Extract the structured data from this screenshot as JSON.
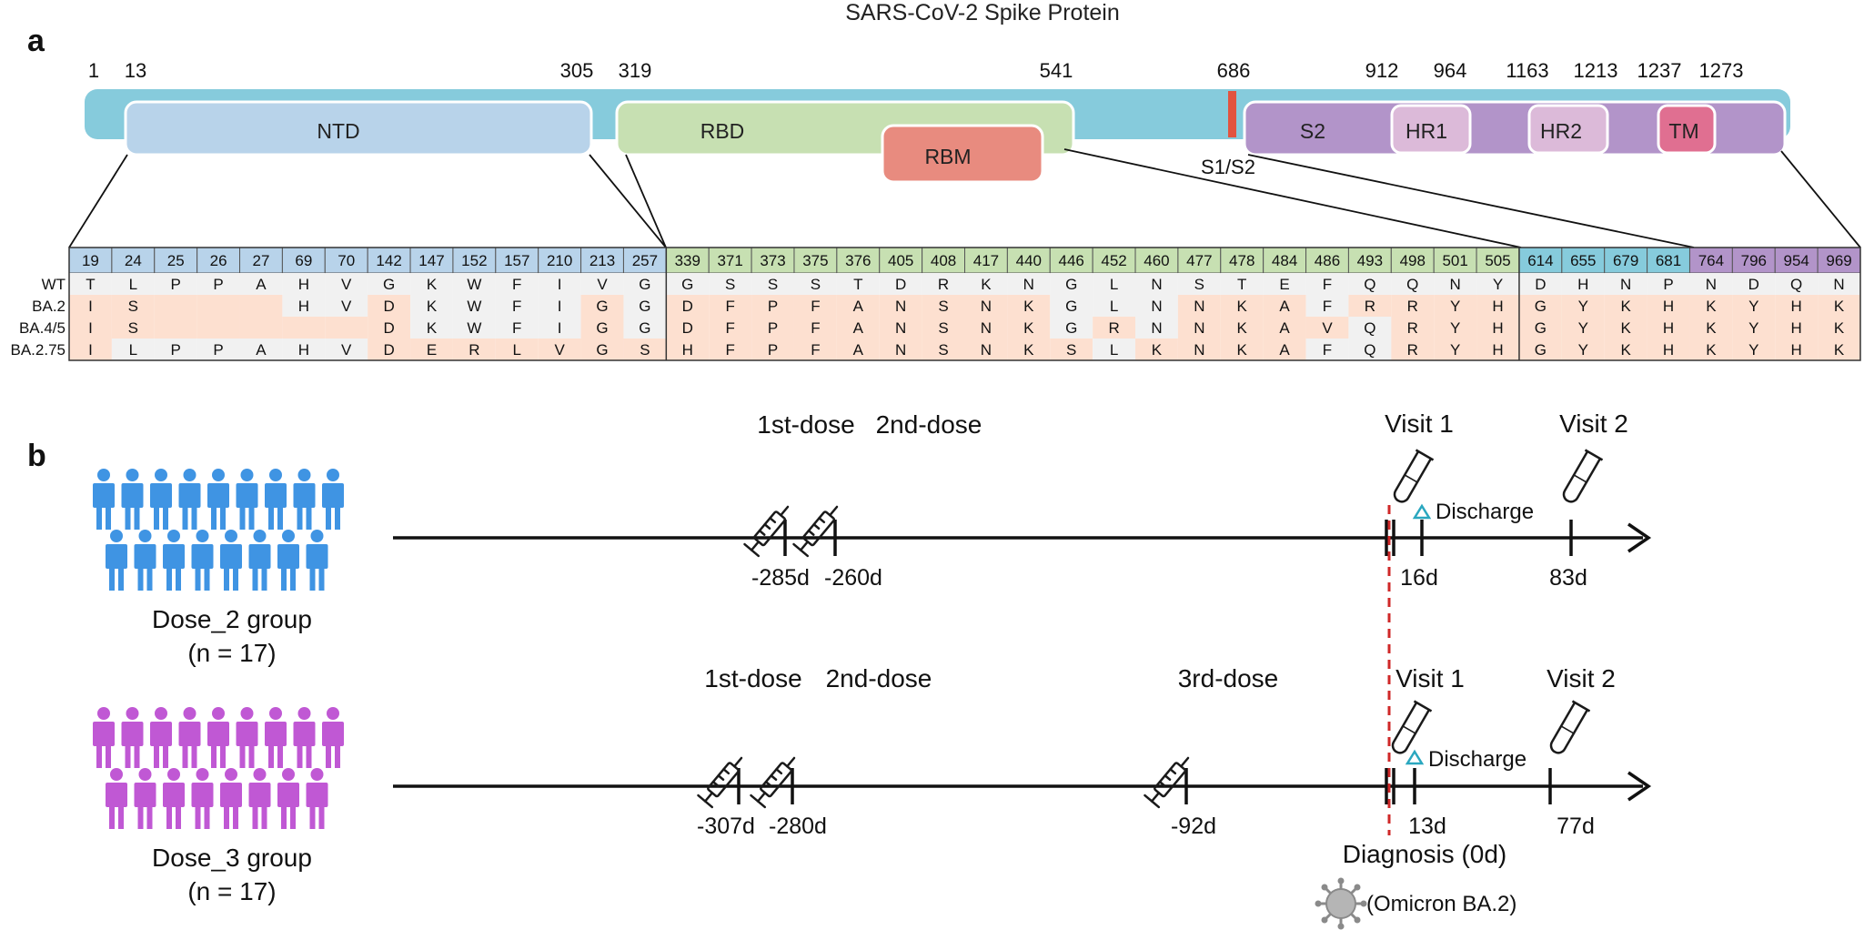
{
  "title": "SARS-CoV-2 Spike Protein",
  "panel_a_label": "a",
  "panel_b_label": "b",
  "colors": {
    "backbone": "#86cbdc",
    "ntd": "#b8d3ea",
    "rbd": "#c7e0b2",
    "rbm": "#e88b7f",
    "s2": "#b294c9",
    "hr": "#dcbad9",
    "tm": "#e06f91",
    "cleavage": "#e2533f",
    "mutation": "#fde0d0",
    "same": "#f1f1f1",
    "blue_people": "#3f94e3",
    "purple_people": "#c058d4",
    "dashed": "#cf2828",
    "discharge": "#2aa7bf"
  },
  "domain_map": {
    "positions": [
      "1",
      "13",
      "305",
      "319",
      "541",
      "686",
      "912",
      "964",
      "1163",
      "1213",
      "1237",
      "1273"
    ],
    "domains": {
      "ntd": "NTD",
      "rbd": "RBD",
      "rbm": "RBM",
      "s2": "S2",
      "hr1": "HR1",
      "hr2": "HR2",
      "tm": "TM",
      "s1s2": "S1/S2"
    }
  },
  "table": {
    "positions": [
      "19",
      "24",
      "25",
      "26",
      "27",
      "69",
      "70",
      "142",
      "147",
      "152",
      "157",
      "210",
      "213",
      "257",
      "339",
      "371",
      "373",
      "375",
      "376",
      "405",
      "408",
      "417",
      "440",
      "446",
      "452",
      "460",
      "477",
      "478",
      "484",
      "486",
      "493",
      "498",
      "501",
      "505",
      "614",
      "655",
      "679",
      "681",
      "764",
      "796",
      "954",
      "969"
    ],
    "rows": [
      {
        "label": "WT",
        "cells": [
          "T",
          "L",
          "P",
          "P",
          "A",
          "H",
          "V",
          "G",
          "K",
          "W",
          "F",
          "I",
          "V",
          "G",
          "G",
          "S",
          "S",
          "S",
          "T",
          "D",
          "R",
          "K",
          "N",
          "G",
          "L",
          "N",
          "S",
          "T",
          "E",
          "F",
          "Q",
          "Q",
          "N",
          "Y",
          "D",
          "H",
          "N",
          "P",
          "N",
          "D",
          "Q",
          "N"
        ]
      },
      {
        "label": "BA.2",
        "cells": [
          "I",
          "S",
          "",
          "",
          "",
          "H",
          "V",
          "D",
          "K",
          "W",
          "F",
          "I",
          "G",
          "G",
          "D",
          "F",
          "P",
          "F",
          "A",
          "N",
          "S",
          "N",
          "K",
          "G",
          "L",
          "N",
          "N",
          "K",
          "A",
          "F",
          "R",
          "R",
          "Y",
          "H",
          "G",
          "Y",
          "K",
          "H",
          "K",
          "Y",
          "H",
          "K"
        ]
      },
      {
        "label": "BA.4/5",
        "cells": [
          "I",
          "S",
          "",
          "",
          "",
          "",
          "",
          "D",
          "K",
          "W",
          "F",
          "I",
          "G",
          "G",
          "D",
          "F",
          "P",
          "F",
          "A",
          "N",
          "S",
          "N",
          "K",
          "G",
          "R",
          "N",
          "N",
          "K",
          "A",
          "V",
          "Q",
          "R",
          "Y",
          "H",
          "G",
          "Y",
          "K",
          "H",
          "K",
          "Y",
          "H",
          "K"
        ]
      },
      {
        "label": "BA.2.75",
        "cells": [
          "I",
          "L",
          "P",
          "P",
          "A",
          "H",
          "V",
          "D",
          "E",
          "R",
          "L",
          "V",
          "G",
          "S",
          "H",
          "F",
          "P",
          "F",
          "A",
          "N",
          "S",
          "N",
          "K",
          "S",
          "L",
          "K",
          "N",
          "K",
          "A",
          "F",
          "Q",
          "R",
          "Y",
          "H",
          "G",
          "Y",
          "K",
          "H",
          "K",
          "Y",
          "H",
          "K"
        ]
      }
    ]
  },
  "timeline1": {
    "group": "Dose_2 group",
    "n": "(n = 17)",
    "dose_labels": [
      "1st-dose",
      "2nd-dose"
    ],
    "dose_days": [
      "-285d",
      "-260d"
    ],
    "visit_labels": [
      "Visit 1",
      "Visit 2"
    ],
    "visit_days": [
      "16d",
      "83d"
    ],
    "discharge": "Discharge"
  },
  "timeline2": {
    "group": "Dose_3 group",
    "n": "(n = 17)",
    "dose_labels": [
      "1st-dose",
      "2nd-dose",
      "3rd-dose"
    ],
    "dose_days": [
      "-307d",
      "-280d",
      "-92d"
    ],
    "visit_labels": [
      "Visit 1",
      "Visit 2"
    ],
    "visit_days": [
      "13d",
      "77d"
    ],
    "discharge": "Discharge"
  },
  "diagnosis": "Diagnosis (0d)",
  "virus": "(Omicron BA.2)"
}
